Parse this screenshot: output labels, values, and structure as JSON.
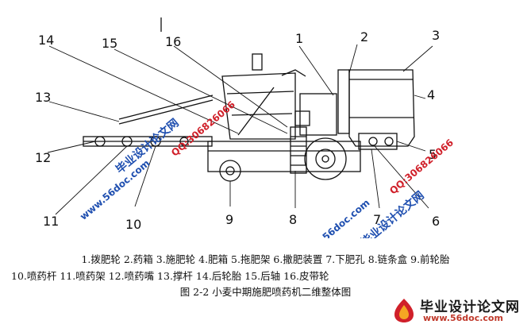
{
  "callouts": [
    "1",
    "2",
    "3",
    "4",
    "5",
    "6",
    "7",
    "8",
    "9",
    "10",
    "11",
    "12",
    "13",
    "14",
    "15",
    "16"
  ],
  "legend": {
    "line1": "1.拨肥轮  2.药箱  3.施肥轮  4.肥箱  5.拖肥架  6.撒肥装置  7.下肥孔  8.链条盒  9.前轮胎",
    "line2": "10.喷药杆  11.喷药架  12.喷药嘴  13.撑杆  14.后轮胎  15.后轴  16.皮带轮"
  },
  "caption": "图 2-2  小麦中期施肥喷药机二维整体图",
  "watermarks": {
    "site_name": "毕业设计论文网",
    "qq": "QQ:306826066",
    "url": "www.56doc.com"
  },
  "brand": {
    "name": "毕业设计论文网",
    "url": "www.56doc.com"
  },
  "colors": {
    "line": "#111111",
    "watermark_blue": "#1f4fb0",
    "watermark_red": "#d0202a"
  }
}
